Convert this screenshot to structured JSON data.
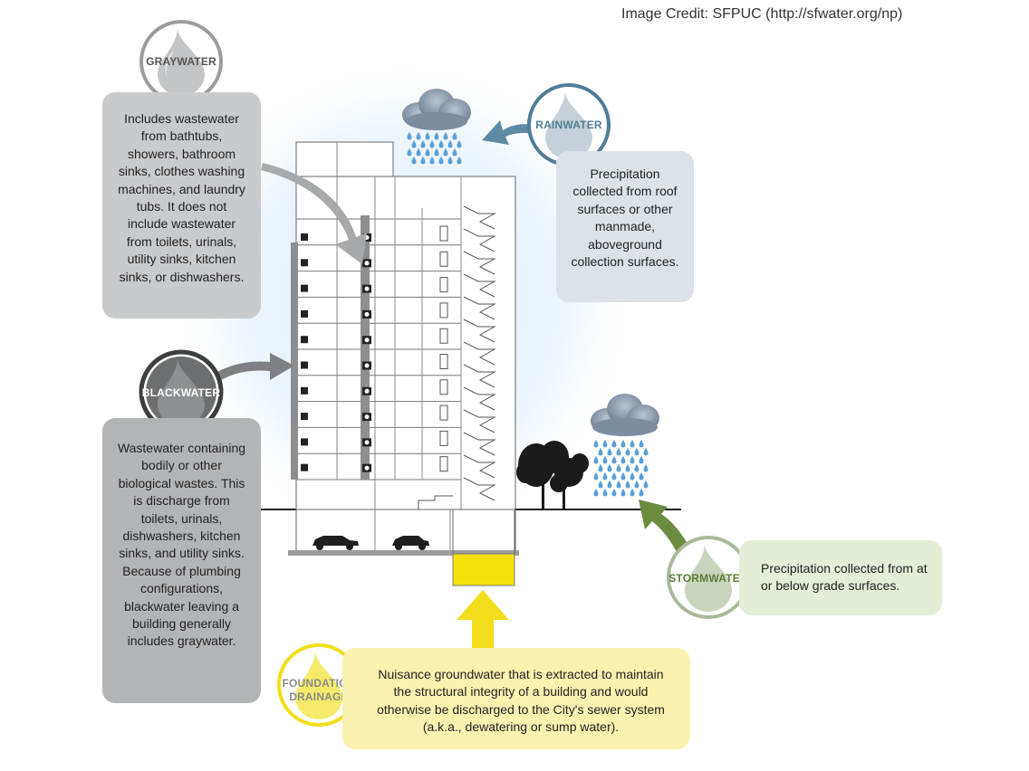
{
  "credit": "Image Credit: SFPUC (http://sfwater.org/np)",
  "graywater": {
    "label": "GRAYWATER",
    "description": "Includes wastewater from bathtubs, showers, bathroom sinks, clothes washing machines, and laundry tubs. It does not include wastewater from toilets, urinals, utility sinks, kitchen sinks, or dishwashers."
  },
  "blackwater": {
    "label": "BLACKWATER",
    "description": "Wastewater containing bodily or other biological wastes. This is discharge from toilets, urinals, dishwashers, kitchen sinks, and utility sinks. Because of plumbing configurations, blackwater leaving a building generally includes graywater."
  },
  "rainwater": {
    "label": "RAINWATER",
    "description": "Precipitation collected from roof surfaces or other manmade, aboveground collection surfaces."
  },
  "stormwater": {
    "label": "STORMWATER",
    "description": "Precipitation collected from at or below grade surfaces."
  },
  "foundation": {
    "label_line1": "FOUNDATION",
    "label_line2": "DRAINAGE",
    "description": "Nuisance groundwater that is extracted to maintain the structural integrity of a building and would otherwise be discharged to the City's sewer system (a.k.a., dewatering or sump water)."
  },
  "colors": {
    "graywater": "#9b9c9e",
    "blackwater": "#555659",
    "rainwater": "#4f7d97",
    "stormwater": "#6a8a3c",
    "foundation": "#f2dd1a"
  }
}
